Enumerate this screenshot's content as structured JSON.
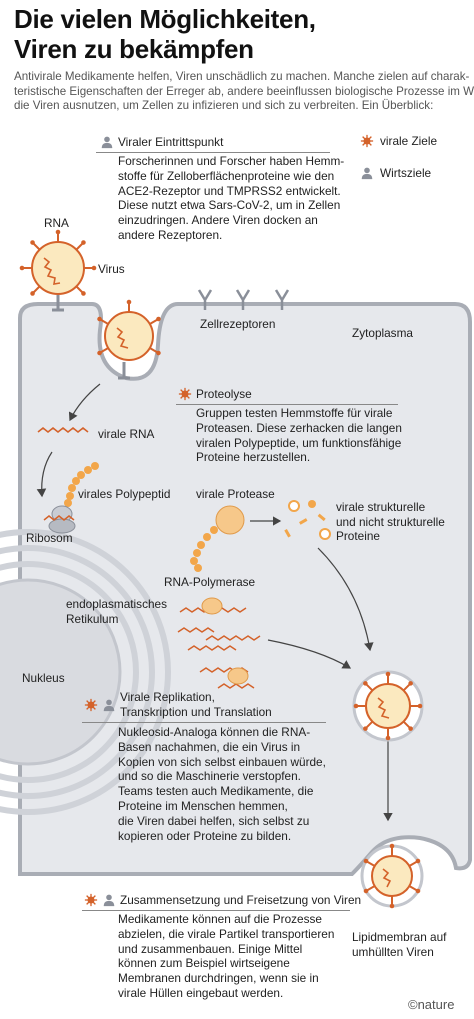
{
  "title": {
    "line1": "Die vielen Möglichkeiten,",
    "line2": "Viren zu bekämpfen"
  },
  "intro": [
    "Antivirale Medikamente helfen, Viren unschädlich zu machen. Manche zielen auf charak-",
    "teristische Eigenschaften der Erreger ab, andere beeinflussen biologische Prozesse im Wirt,",
    "die Viren ausnutzen, um Zellen zu infizieren und sich zu verbreiten. Ein Überblick:"
  ],
  "legend": {
    "viral": "virale Ziele",
    "host": "Wirtsziele"
  },
  "section1": {
    "heading": "Viraler Eintrittspunkt",
    "text": [
      "Forscherinnen und Forscher haben Hemm-",
      "stoffe für Zelloberflächenproteine wie den",
      "ACE2-Rezeptor und TMPRSS2 entwickelt.",
      "Diese nutzt etwa Sars-CoV-2, um in Zellen",
      "einzudringen. Andere Viren docken an",
      "andere Rezeptoren."
    ]
  },
  "section2": {
    "heading": "Proteolyse",
    "text": [
      "Gruppen testen Hemmstoffe für virale",
      "Proteasen. Diese zerhacken die langen",
      "viralen Polypeptide, um funktionsfähige",
      "Proteine herzustellen."
    ]
  },
  "section3": {
    "heading_line1": "Virale Replikation,",
    "heading_line2": "Transkription und Translation",
    "text": [
      "Nukleosid-Analoga können die RNA-",
      "Basen nachahmen, die ein Virus in",
      "Kopien von sich selbst einbauen würde,",
      "und so die Maschinerie verstopfen.",
      "Teams testen auch Medikamente, die",
      "Proteine im Menschen hemmen,",
      "die Viren dabei helfen, sich selbst zu",
      "kopieren oder Proteine zu bilden."
    ]
  },
  "section4": {
    "heading": "Zusammensetzung und Freisetzung von Viren",
    "text": [
      "Medikamente können auf die Prozesse",
      "abzielen, die virale Partikel transportieren",
      "und zusammenbauen. Einige Mittel",
      "können zum Beispiel wirtseigene",
      "Membranen durchdringen, wenn sie in",
      "virale Hüllen eingebaut werden."
    ]
  },
  "labels": {
    "rna": "RNA",
    "virus": "Virus",
    "cell_receptors": "Zellrezeptoren",
    "cytoplasm": "Zytoplasma",
    "viral_rna": "virale RNA",
    "viral_polypeptide": "virales Polypeptid",
    "ribosome": "Ribosom",
    "viral_protease": "virale Protease",
    "viral_proteins": [
      "virale strukturelle",
      "und nicht strukturelle",
      "Proteine"
    ],
    "rna_polymerase": "RNA-Polymerase",
    "er": [
      "endoplasmatisches",
      "Retikulum"
    ],
    "nucleus": "Nukleus",
    "lipid_membrane": [
      "Lipidmembran auf",
      "umhüllten Viren"
    ]
  },
  "credit": "©nature",
  "colors": {
    "viral_target": "#d4622a",
    "host_target": "#8a8f99",
    "cell_fill": "#e6e8ec",
    "membrane": "#a9adb5",
    "nucleus_fill": "#d9dbe0",
    "virus_fill": "#fbe9bf",
    "protein_orange": "#f2a64a"
  }
}
